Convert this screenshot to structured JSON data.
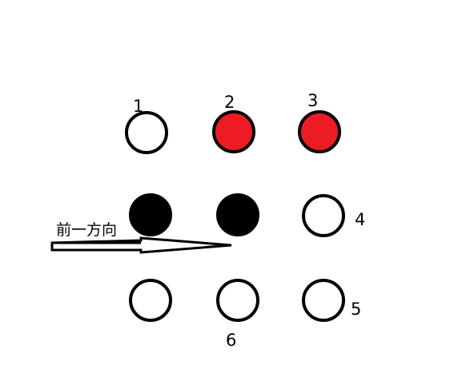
{
  "labels": {
    "n1": "1",
    "n2": "2",
    "n3": "3",
    "n4": "4",
    "n5": "5",
    "n6": "6"
  },
  "direction_label": "前一方向",
  "nodes": [
    {
      "id": "top-left",
      "fill": "#ffffff"
    },
    {
      "id": "top-middle",
      "fill": "#ed1c24"
    },
    {
      "id": "top-right",
      "fill": "#ed1c24"
    },
    {
      "id": "middle-left",
      "fill": "#000000"
    },
    {
      "id": "middle-middle",
      "fill": "#000000"
    },
    {
      "id": "middle-right",
      "fill": "#ffffff"
    },
    {
      "id": "bottom-left",
      "fill": "#ffffff"
    },
    {
      "id": "bottom-middle",
      "fill": "#ffffff"
    },
    {
      "id": "bottom-right",
      "fill": "#ffffff"
    }
  ],
  "colors": {
    "red": "#ed1c24",
    "black": "#000000",
    "white": "#ffffff"
  }
}
